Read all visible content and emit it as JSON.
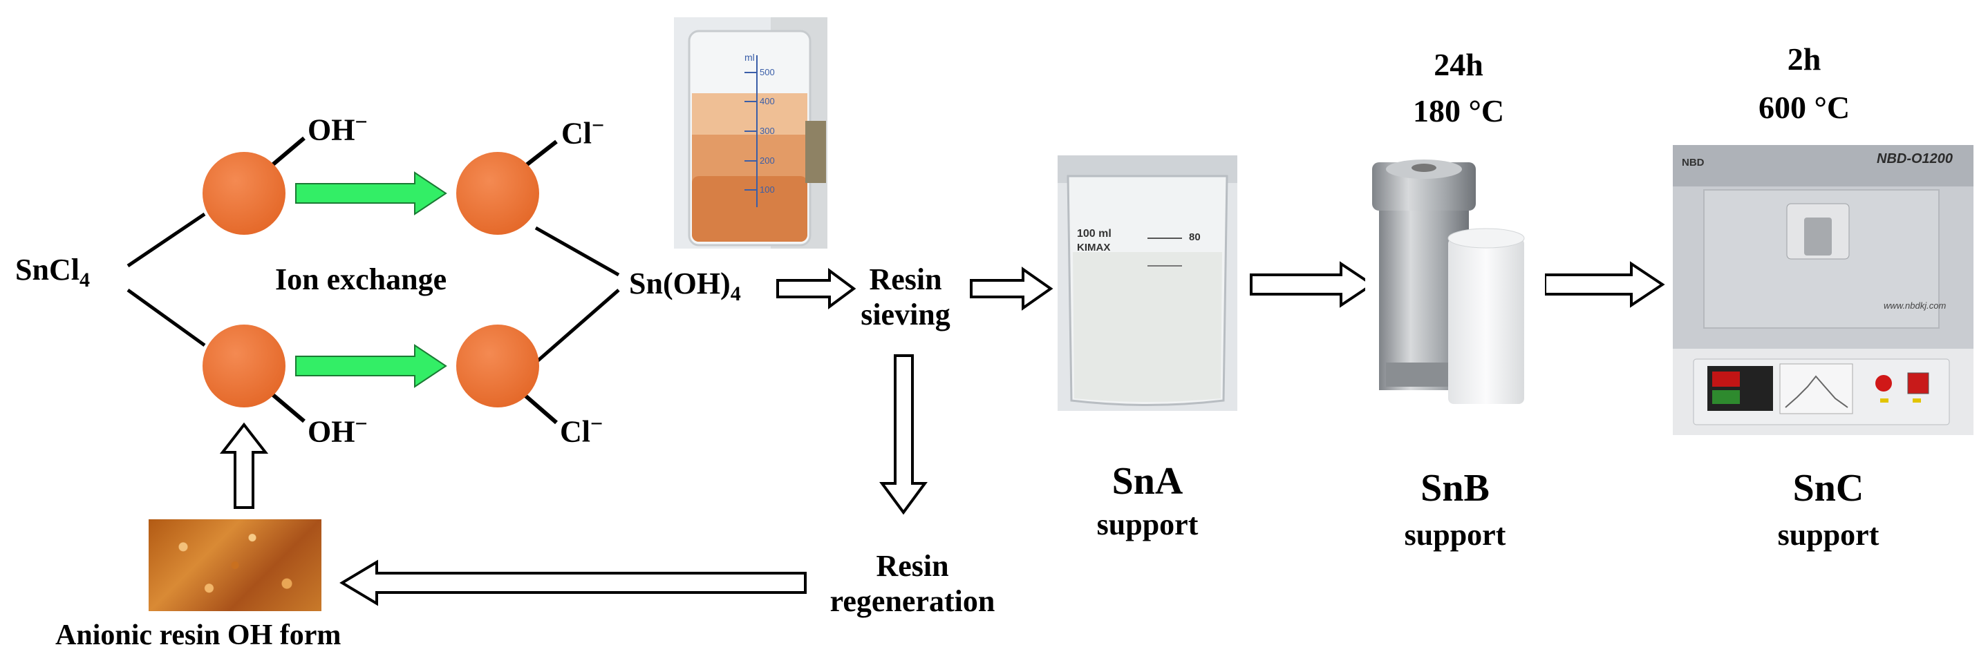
{
  "left": {
    "sncl4": "SnCl",
    "sncl4_sub": "4",
    "oh_top": "OH",
    "oh_bottom": "OH",
    "cl_top": "Cl",
    "cl_bottom": "Cl",
    "minus": "−",
    "ion_exchange": "Ion exchange",
    "snoh4": "Sn(OH)",
    "snoh4_sub": "4",
    "resin_photo_caption": "Anionic resin OH form"
  },
  "middle": {
    "resin_sieving_1": "Resin",
    "resin_sieving_2": "sieving",
    "resin_regen_1": "Resin",
    "resin_regen_2": "regeneration",
    "beaker_scale": [
      "ml",
      "500",
      "400",
      "300",
      "200",
      "100"
    ]
  },
  "sna": {
    "title": "SnA",
    "subtitle": "support",
    "beaker_mark_1": "100 ml",
    "beaker_mark_2": "KIMAX",
    "beaker_mark_3": "80"
  },
  "snb": {
    "time": "24h",
    "temp": "180 °C",
    "title": "SnB",
    "subtitle": "support"
  },
  "snc": {
    "time": "2h",
    "temp": "600 °C",
    "title": "SnC",
    "subtitle": "support",
    "furnace_model": "NBD-O1200",
    "furnace_brand": "NBD",
    "furnace_url": "www.nbdkj.com"
  },
  "colors": {
    "resin_ball": "#f07b3f",
    "exchange_arrow": "#33ee66",
    "furnace_body": "#cfd1d6",
    "hydro_steel": "#b9bcc0"
  }
}
